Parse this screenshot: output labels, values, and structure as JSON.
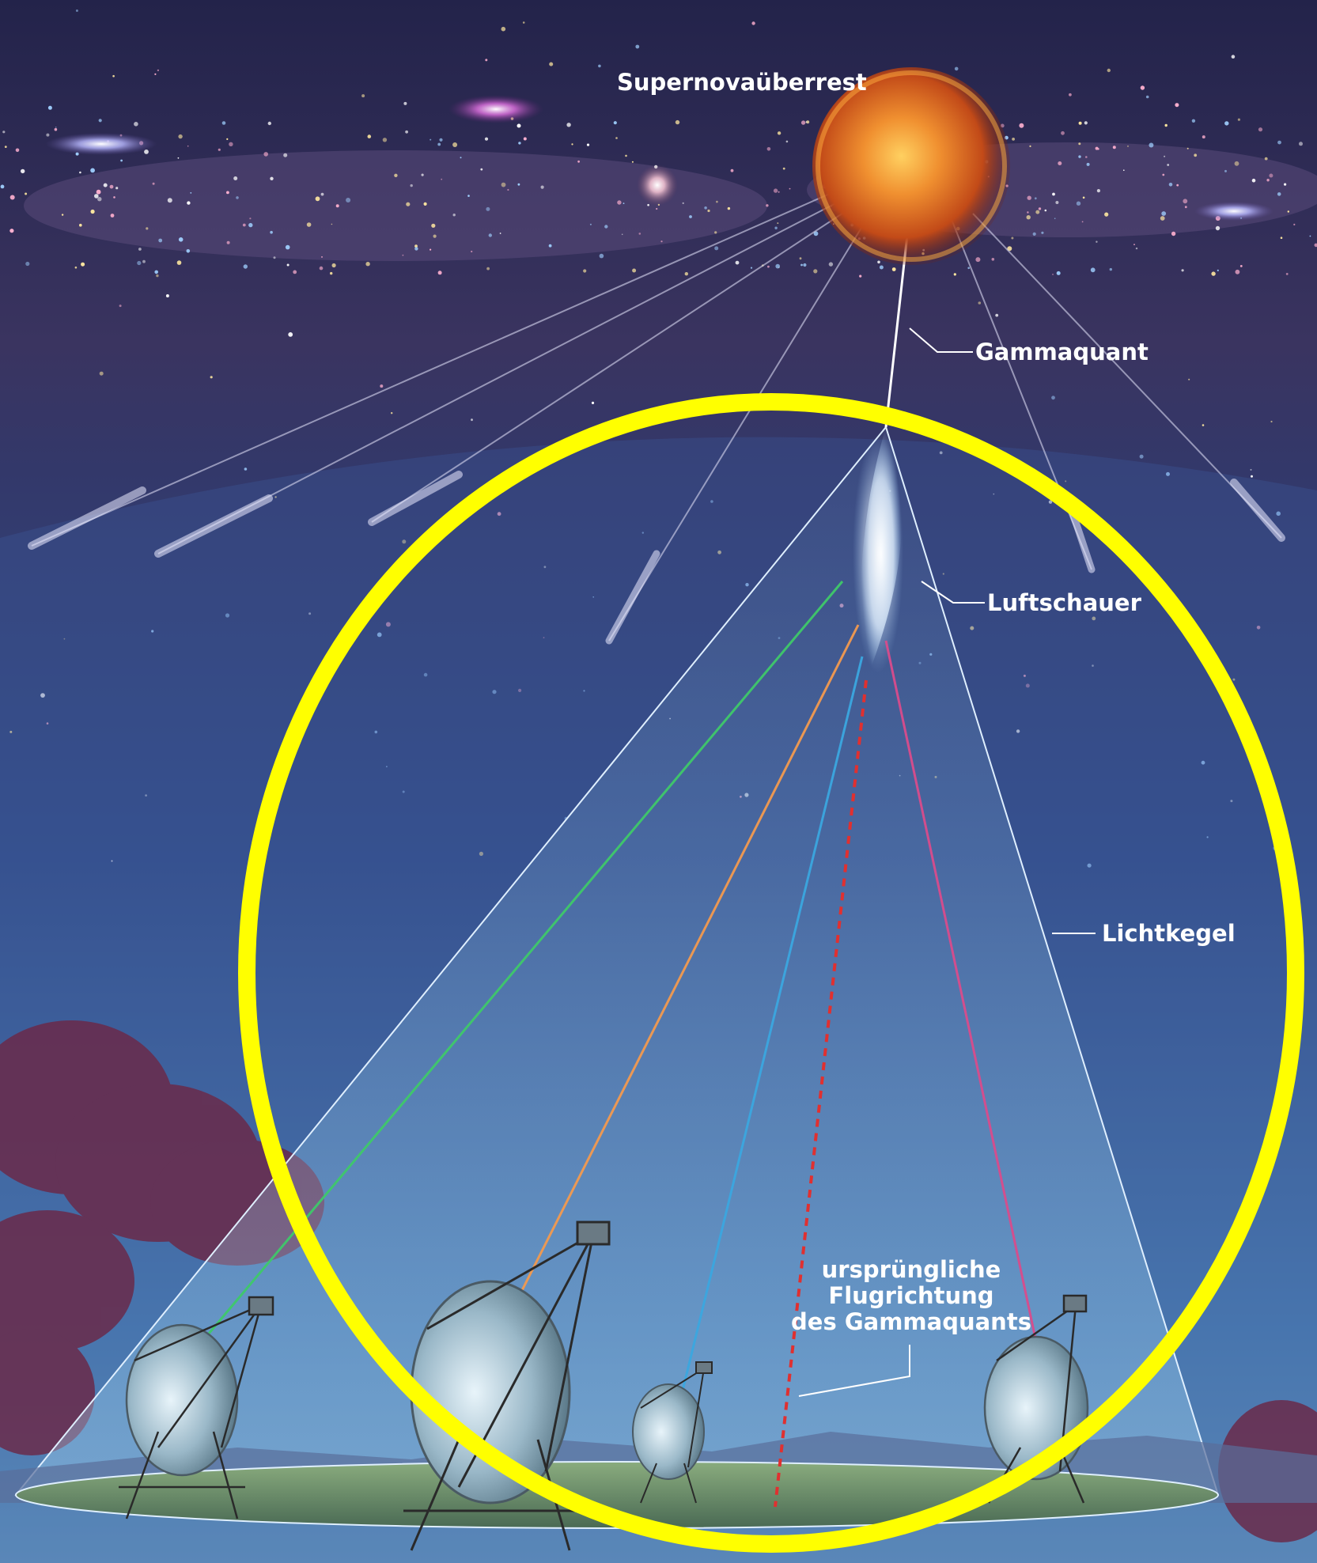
{
  "labels": {
    "supernova_remnant": "Supernovaüberrest",
    "gamma_quantum": "Gammaquant",
    "air_shower": "Luftschauer",
    "light_cone": "Lichtkegel",
    "original_direction": [
      "ursprüngliche",
      "Flugrichtung",
      "des Gammaquants"
    ]
  },
  "colors": {
    "sky_top": "#2a2a55",
    "sky_bottom": "#4a74a8",
    "highlight_ring": "#ffff00",
    "ray_green": "#3fc96a",
    "ray_orange": "#f39a4f",
    "ray_blue": "#3ba7e0",
    "ray_magenta": "#d94c8c",
    "original_direction_line": "#e03030",
    "ground": "#7a9a70"
  }
}
